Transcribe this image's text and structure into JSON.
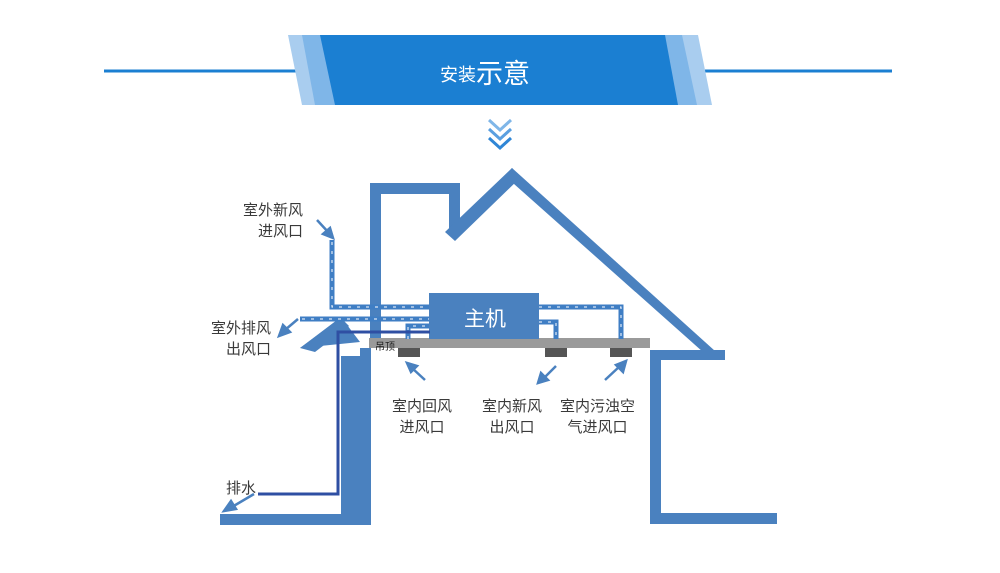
{
  "banner": {
    "title_small": "安装",
    "title_large": "示意"
  },
  "unit": {
    "label": "主机"
  },
  "ceiling": {
    "label": "吊顶"
  },
  "labels": {
    "outdoor_fresh_in": [
      "室外新风",
      "进风口"
    ],
    "outdoor_exhaust_out": [
      "室外排风",
      "出风口"
    ],
    "indoor_return_in": [
      "室内回风",
      "进风口"
    ],
    "indoor_fresh_out": [
      "室内新风",
      "出风口"
    ],
    "indoor_dirty_in": [
      "室内污浊空",
      "气进风口"
    ],
    "drain": "排水"
  },
  "colors": {
    "banner_main": "#1b7fd2",
    "banner_light": "#7fb6e8",
    "house": "#4a81bf",
    "duct": "#3f7ec4",
    "drain_pipe": "#2f4fa3",
    "ceiling": "#9a9a9a",
    "vent": "#555555"
  }
}
